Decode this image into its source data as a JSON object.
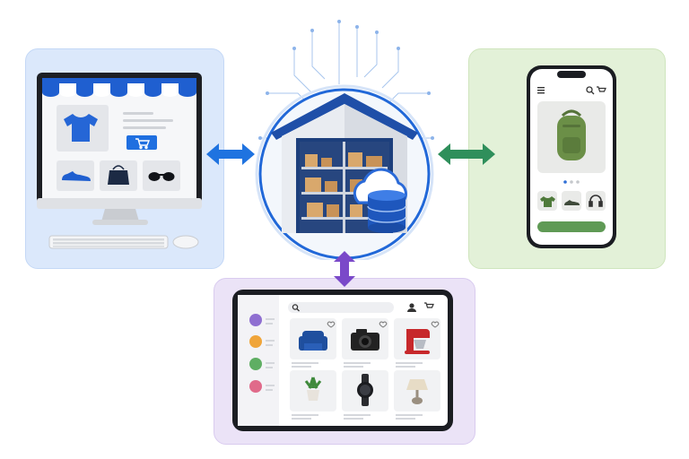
{
  "colors": {
    "desktop_panel": "#dbe8fb",
    "mobile_panel": "#e3f1d8",
    "tablet_panel": "#ebe3f7",
    "arrow_blue": "#1f73e0",
    "arrow_green": "#2f8f5b",
    "arrow_purple": "#7a49c9",
    "brand_blue": "#1f5fd0",
    "product_green": "#6b8f47"
  },
  "desktop_storefront": {
    "icons": [
      "awning-icon",
      "tshirt-icon",
      "cart-icon",
      "sneaker-icon",
      "handbag-icon",
      "sunglasses-icon",
      "keyboard-icon",
      "mouse-icon"
    ]
  },
  "hub": {
    "icons": [
      "warehouse-icon",
      "boxes-icon",
      "cloud-icon",
      "database-icon",
      "network-lines-icon"
    ]
  },
  "mobile_storefront": {
    "icons": [
      "menu-icon",
      "search-icon",
      "cart-icon",
      "backpack-icon",
      "tshirt-icon",
      "sneaker-icon",
      "headphones-icon"
    ],
    "carousel": {
      "count": 3,
      "active": 1
    }
  },
  "tablet_storefront": {
    "icons": [
      "search-icon",
      "user-icon",
      "cart-icon",
      "armchair-icon",
      "camera-icon",
      "stand-mixer-icon",
      "potted-plant-icon",
      "wristwatch-icon",
      "table-lamp-icon",
      "heart-icon"
    ],
    "sidebar_icons": [
      "sidebar-icon-1",
      "sidebar-icon-2",
      "sidebar-icon-3",
      "sidebar-icon-4"
    ]
  },
  "connectors": [
    {
      "from": "desktop_storefront",
      "to": "hub",
      "direction": "bidirectional",
      "color": "#1f73e0"
    },
    {
      "from": "hub",
      "to": "mobile_storefront",
      "direction": "bidirectional",
      "color": "#2f8f5b"
    },
    {
      "from": "hub",
      "to": "tablet_storefront",
      "direction": "bidirectional",
      "color": "#7a49c9"
    }
  ]
}
